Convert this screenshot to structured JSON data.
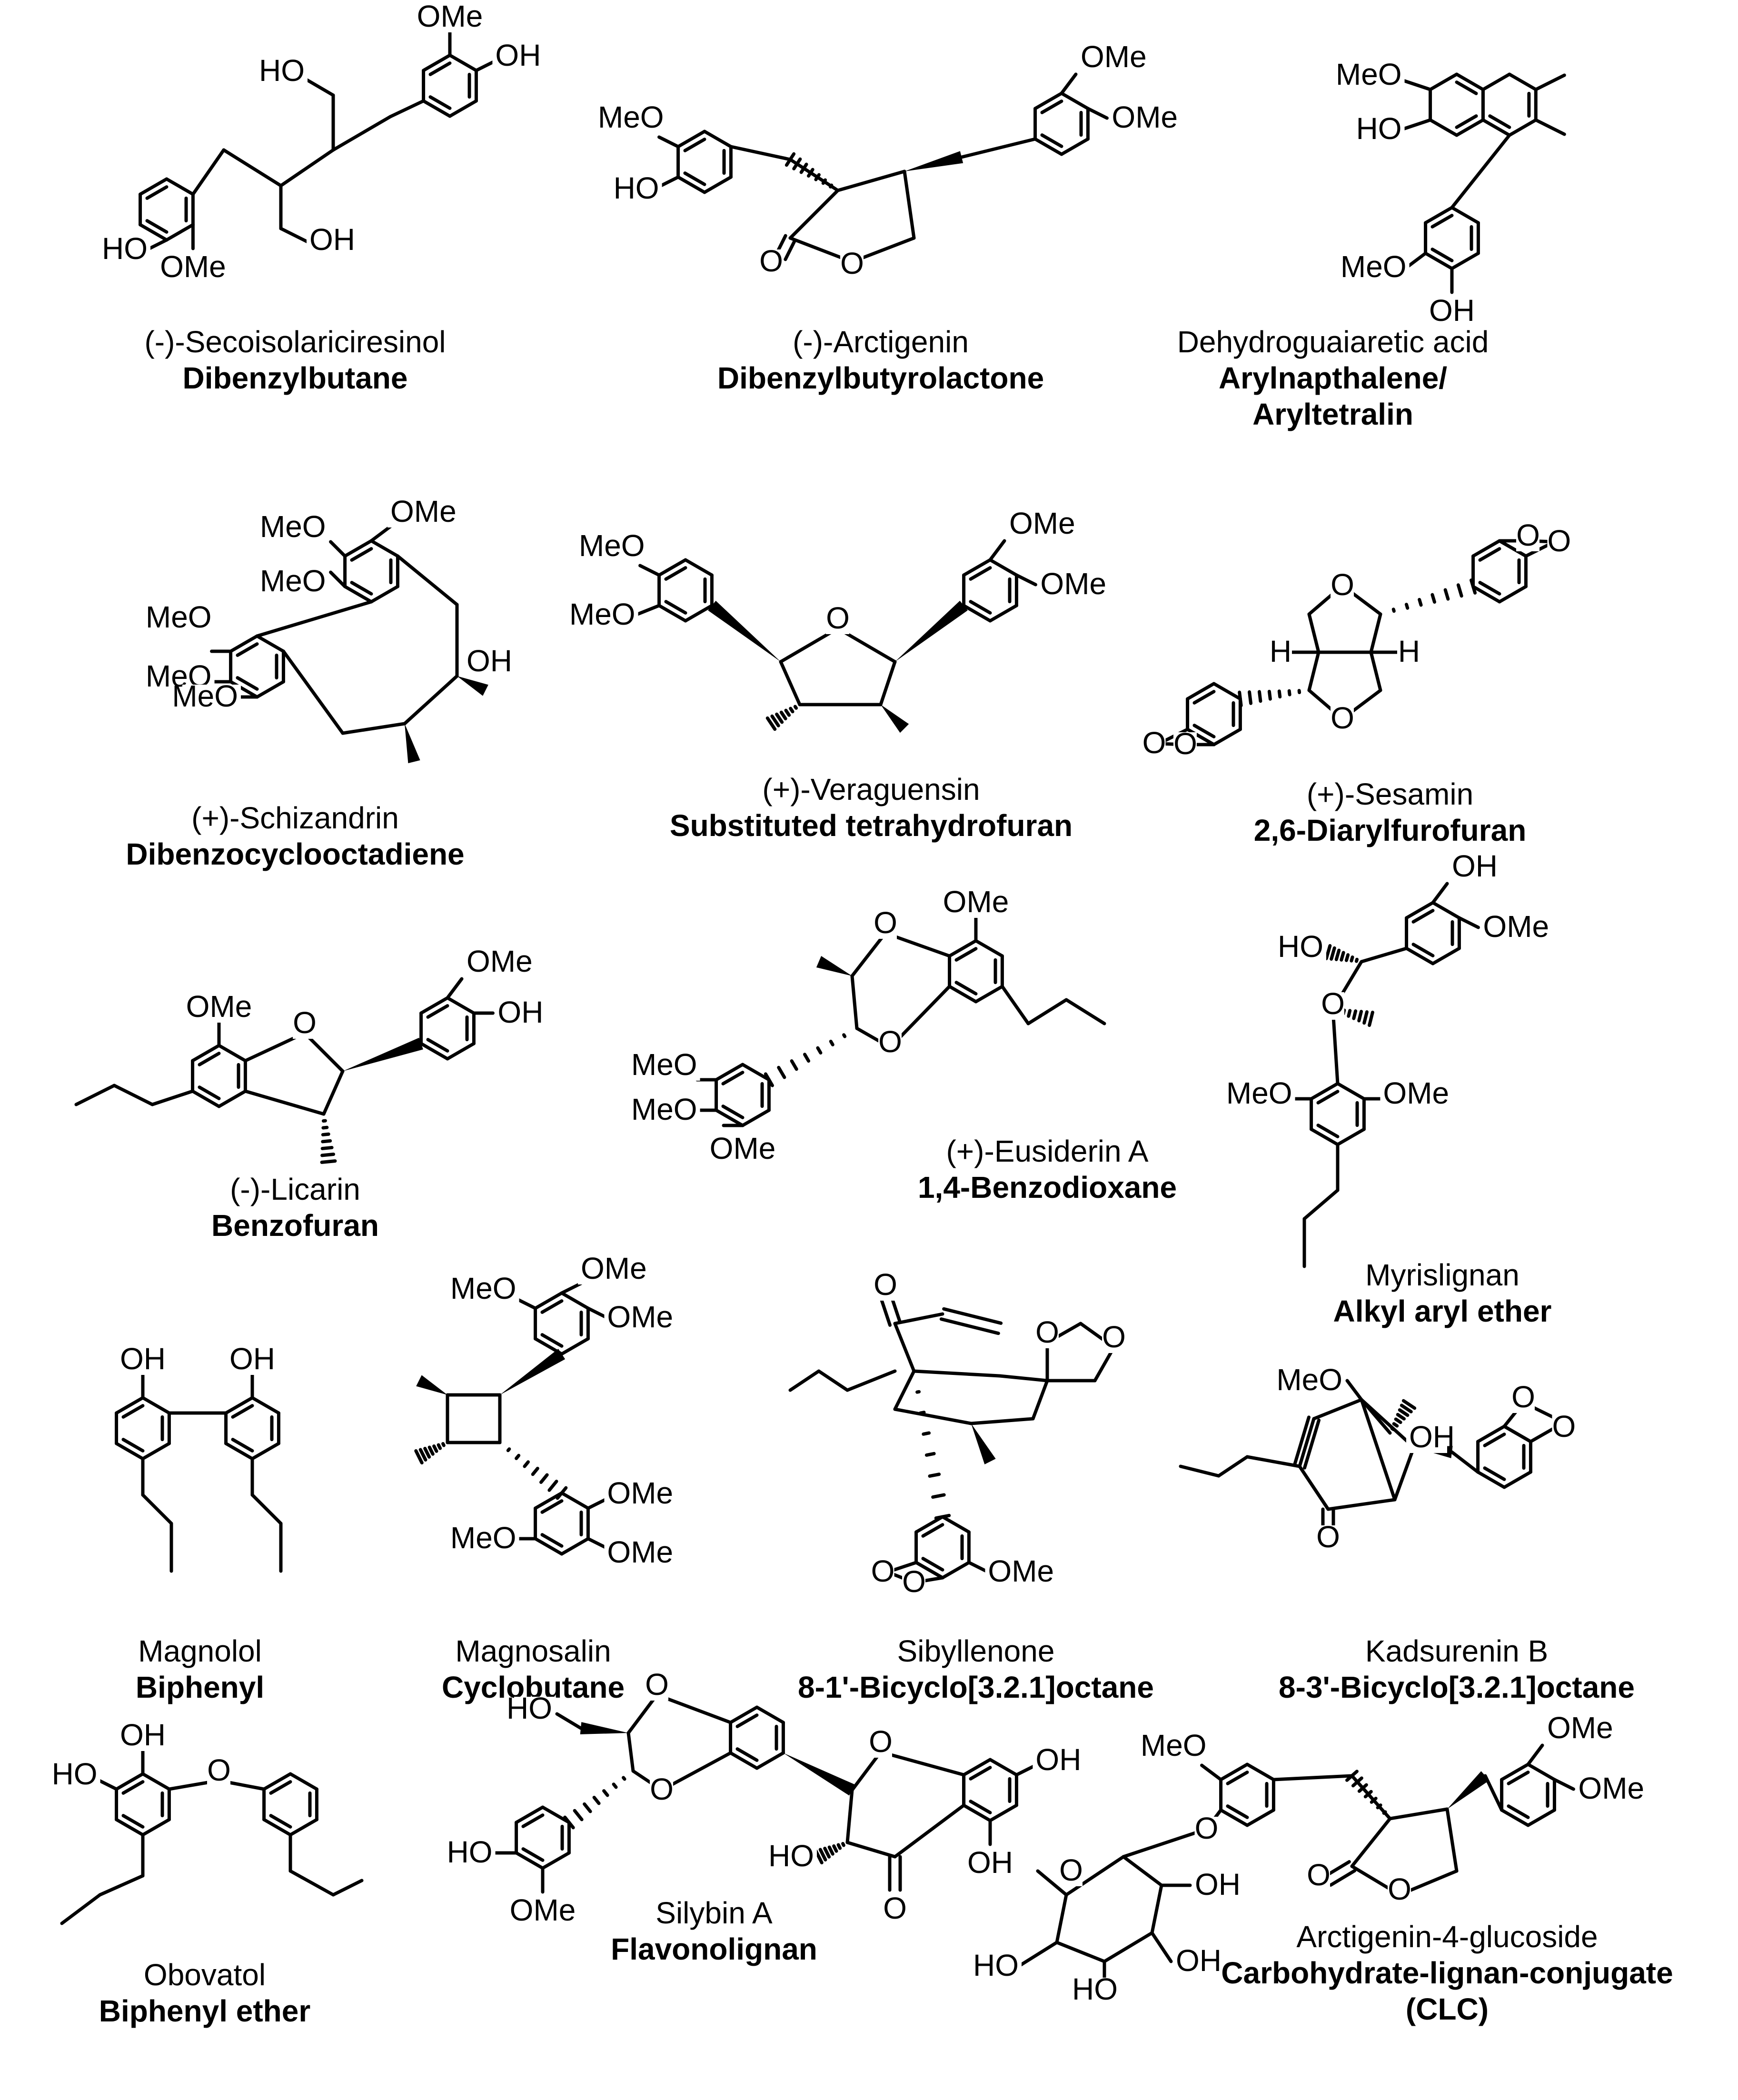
{
  "compounds": [
    {
      "key": "secoisolariciresinol",
      "name": "(-)-Secoisolariciresinol",
      "cls": [
        "Dibenzylbutane"
      ],
      "labels": [
        "OMe",
        "OH",
        "HO",
        "HO",
        "OH",
        "OMe"
      ]
    },
    {
      "key": "arctigenin",
      "name": "(-)-Arctigenin",
      "cls": [
        "Dibenzylbutyrolactone"
      ],
      "labels": [
        "OMe",
        "MeO",
        "OMe",
        "HO",
        "O",
        "O"
      ]
    },
    {
      "key": "dehydroguaiaretic",
      "name": "Dehydroguaiaretic acid",
      "cls": [
        "Arylnapthalene/",
        "Aryltetralin"
      ],
      "labels": [
        "MeO",
        "HO",
        "MeO",
        "OH"
      ]
    },
    {
      "key": "schizandrin",
      "name": "(+)-Schizandrin",
      "cls": [
        "Dibenzocyclooctadiene"
      ],
      "labels": [
        "MeO",
        "OMe",
        "MeO",
        "MeO",
        "MeO",
        "MeO",
        "OH"
      ]
    },
    {
      "key": "veraguensin",
      "name": "(+)-Veraguensin",
      "cls": [
        "Substituted tetrahydrofuran"
      ],
      "labels": [
        "MeO",
        "OMe",
        "MeO",
        "OMe",
        "O"
      ]
    },
    {
      "key": "sesamin",
      "name": "(+)-Sesamin",
      "cls": [
        "2,6-Diarylfurofuran"
      ],
      "labels": [
        "O",
        "O",
        "O",
        "H",
        "H",
        "O",
        "O",
        "O"
      ]
    },
    {
      "key": "licarin",
      "name": "(-)-Licarin",
      "cls": [
        "Benzofuran"
      ],
      "labels": [
        "OMe",
        "OMe",
        "O",
        "OH"
      ]
    },
    {
      "key": "eusiderin",
      "name": "(+)-Eusiderin A",
      "cls": [
        "1,4-Benzodioxane"
      ],
      "labels": [
        "OMe",
        "O",
        "MeO",
        "O",
        "MeO",
        "OMe"
      ]
    },
    {
      "key": "myrislignan",
      "name": "Myrislignan",
      "cls": [
        "Alkyl aryl ether"
      ],
      "labels": [
        "OH",
        "HO",
        "OMe",
        "O",
        "MeO",
        "OMe"
      ]
    },
    {
      "key": "magnolol",
      "name": "Magnolol",
      "cls": [
        "Biphenyl"
      ],
      "labels": [
        "OH",
        "OH"
      ]
    },
    {
      "key": "magnosalin",
      "name": "Magnosalin",
      "cls": [
        "Cyclobutane"
      ],
      "labels": [
        "OMe",
        "MeO",
        "OMe",
        "OMe",
        "MeO",
        "OMe"
      ]
    },
    {
      "key": "sibyllenone",
      "name": "Sibyllenone",
      "cls": [
        "8-1'-Bicyclo[3.2.1]octane"
      ],
      "labels": [
        "O",
        "O",
        "O",
        "O",
        "O",
        "OMe"
      ]
    },
    {
      "key": "kadsurenin",
      "name": "Kadsurenin B",
      "cls": [
        "8-3'-Bicyclo[3.2.1]octane"
      ],
      "labels": [
        "MeO",
        "OH",
        "O",
        "O",
        "O"
      ]
    },
    {
      "key": "obovatol",
      "name": "Obovatol",
      "cls": [
        "Biphenyl ether"
      ],
      "labels": [
        "OH",
        "HO",
        "O"
      ]
    },
    {
      "key": "silybin",
      "name": "Silybin A",
      "cls": [
        "Flavonolignan"
      ],
      "labels": [
        "HO",
        "O",
        "O",
        "O",
        "OH",
        "HO",
        "HO",
        "OMe",
        "O",
        "OH"
      ]
    },
    {
      "key": "arctigenin_glucoside",
      "name": "Arctigenin-4-glucoside",
      "cls": [
        "Carbohydrate-lignan-conjugate",
        "(CLC)"
      ],
      "labels": [
        "OMe",
        "MeO",
        "OMe",
        "O",
        "O",
        "O",
        "O",
        "OH",
        "HO",
        "HO",
        "OH"
      ]
    }
  ]
}
